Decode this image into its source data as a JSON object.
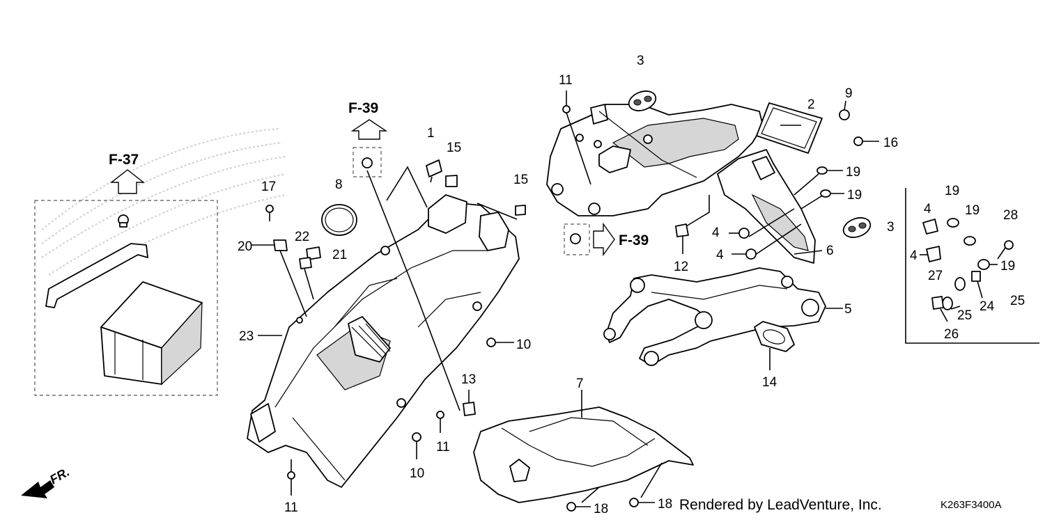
{
  "diagram": {
    "ref_arrows": {
      "f37": "F-37",
      "f39_top": "F-39",
      "f39_right": "F-39"
    },
    "front_indicator": "FR.",
    "credit": "Rendered by LeadVenture, Inc.",
    "diagram_code": "K263F3400A",
    "callouts": {
      "c1": "1",
      "c2": "2",
      "c3a": "3",
      "c3b": "3",
      "c4a": "4",
      "c4b": "4",
      "c4c": "4",
      "c4d": "4",
      "c5": "5",
      "c6": "6",
      "c7": "7",
      "c8": "8",
      "c9": "9",
      "c10a": "10",
      "c10b": "10",
      "c11a": "11",
      "c11b": "11",
      "c11c": "11",
      "c12": "12",
      "c13": "13",
      "c14": "14",
      "c15a": "15",
      "c15b": "15",
      "c16": "16",
      "c17": "17",
      "c18a": "18",
      "c18b": "18",
      "c19a": "19",
      "c19b": "19",
      "c19c": "19",
      "c19d": "19",
      "c19e": "19",
      "c20": "20",
      "c21": "21",
      "c22": "22",
      "c23": "23",
      "c24": "24",
      "c25a": "25",
      "c25b": "25",
      "c26": "26",
      "c27": "27",
      "c28": "28"
    }
  }
}
